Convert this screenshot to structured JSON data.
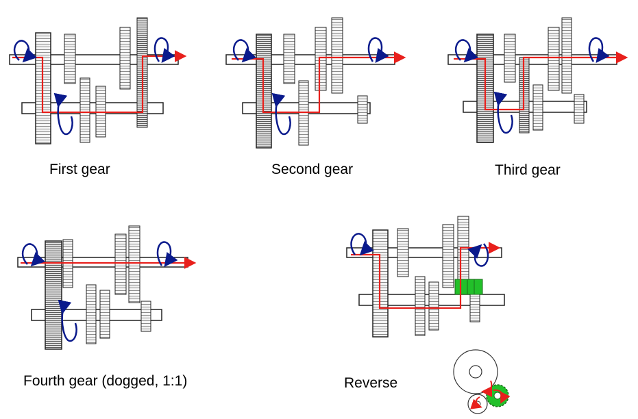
{
  "figure": {
    "captions": {
      "first": "First gear",
      "second": "Second gear",
      "third": "Third gear",
      "fourth": "Fourth gear (dogged, 1:1)",
      "reverse": "Reverse"
    },
    "colors": {
      "power_path": "#e8201c",
      "rotation_arrow": "#0a1a8c",
      "reverse_idler": "#22c02a",
      "gear_outline": "#1a1a1a",
      "gear_fill": "#f4f4f4"
    },
    "icons": [
      "rotation-arrow-icon",
      "power-flow-arrow-icon",
      "gear-icon",
      "shaft-icon"
    ]
  }
}
